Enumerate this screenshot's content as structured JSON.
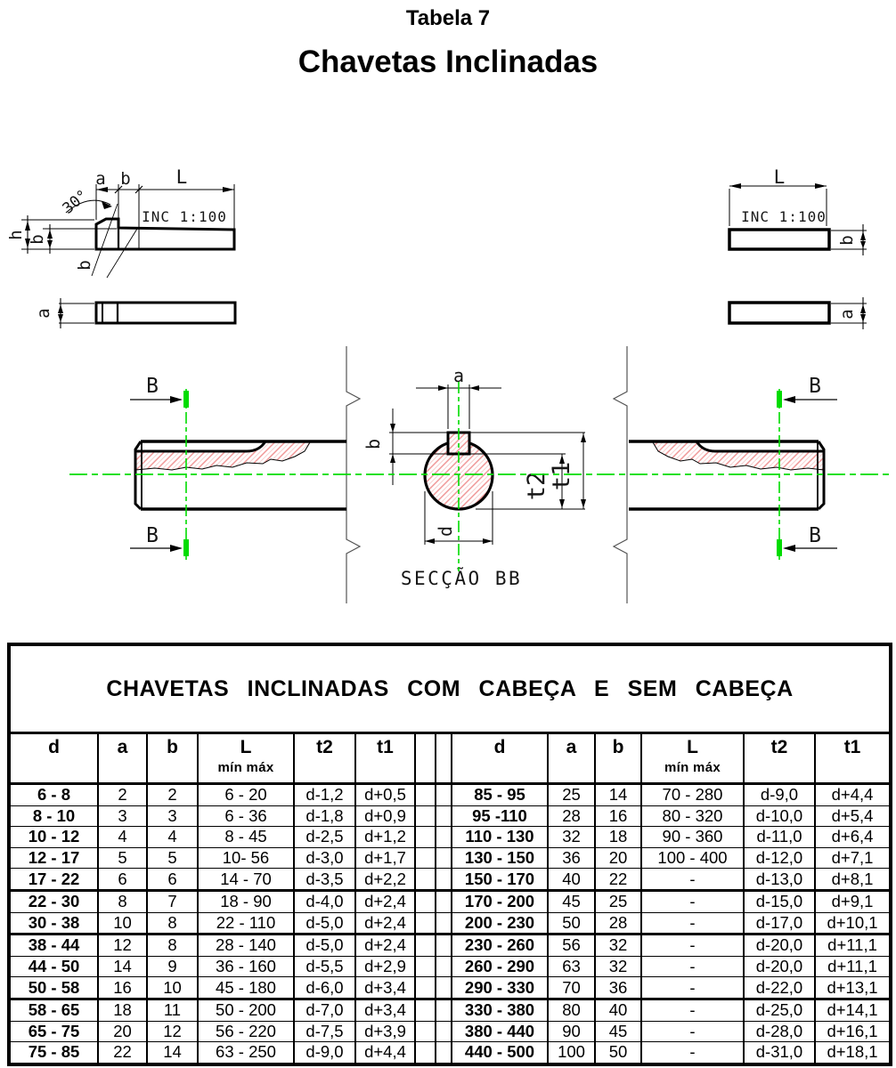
{
  "page": {
    "title_small": "Tabela 7",
    "title_main": "Chavetas Inclinadas"
  },
  "drawing": {
    "label_a": "a",
    "label_b": "b",
    "label_L": "L",
    "label_h": "h",
    "label_d": "d",
    "label_t1": "t1",
    "label_t2": "t2",
    "label_B": "B",
    "angle_30": "30°",
    "inclination": "INC  1:100",
    "section_label": "SECÇÃO  BB",
    "colors": {
      "centerline_green": "#00dc00",
      "hatch_red": "#ef9090",
      "line_black": "#000000"
    }
  },
  "table": {
    "title": "CHAVETAS INCLINADAS COM CABEÇA E SEM CABEÇA",
    "headers": {
      "d": "d",
      "a": "a",
      "b": "b",
      "L": "L",
      "L_sub": "mín máx",
      "t2": "t2",
      "t1": "t1"
    },
    "rows": [
      {
        "left": [
          "6 - 8",
          "2",
          "2",
          "6 - 20",
          "d-1,2",
          "d+0,5"
        ],
        "right": [
          "85 - 95",
          "25",
          "14",
          "70 - 280",
          "d-9,0",
          "d+4,4"
        ]
      },
      {
        "left": [
          "8 - 10",
          "3",
          "3",
          "6 - 36",
          "d-1,8",
          "d+0,9"
        ],
        "right": [
          "95 -110",
          "28",
          "16",
          "80 - 320",
          "d-10,0",
          "d+5,4"
        ]
      },
      {
        "left": [
          "10 - 12",
          "4",
          "4",
          "8 - 45",
          "d-2,5",
          "d+1,2"
        ],
        "right": [
          "110 - 130",
          "32",
          "18",
          "90 - 360",
          "d-11,0",
          "d+6,4"
        ]
      },
      {
        "left": [
          "12 - 17",
          "5",
          "5",
          "10- 56",
          "d-3,0",
          "d+1,7"
        ],
        "right": [
          "130 - 150",
          "36",
          "20",
          "100 - 400",
          "d-12,0",
          "d+7,1"
        ]
      },
      {
        "left": [
          "17 - 22",
          "6",
          "6",
          "14 - 70",
          "d-3,5",
          "d+2,2"
        ],
        "right": [
          "150 - 170",
          "40",
          "22",
          "-",
          "d-13,0",
          "d+8,1"
        ]
      },
      {
        "left": [
          "22 - 30",
          "8",
          "7",
          "18 - 90",
          "d-4,0",
          "d+2,4"
        ],
        "right": [
          "170 - 200",
          "45",
          "25",
          "-",
          "d-15,0",
          "d+9,1"
        ]
      },
      {
        "left": [
          "30 - 38",
          "10",
          "8",
          "22 - 110",
          "d-5,0",
          "d+2,4"
        ],
        "right": [
          "200 - 230",
          "50",
          "28",
          "-",
          "d-17,0",
          "d+10,1"
        ]
      },
      {
        "left": [
          "38 - 44",
          "12",
          "8",
          "28 - 140",
          "d-5,0",
          "d+2,4"
        ],
        "right": [
          "230 - 260",
          "56",
          "32",
          "-",
          "d-20,0",
          "d+11,1"
        ]
      },
      {
        "left": [
          "44 - 50",
          "14",
          "9",
          "36 - 160",
          "d-5,5",
          "d+2,9"
        ],
        "right": [
          "260 - 290",
          "63",
          "32",
          "-",
          "d-20,0",
          "d+11,1"
        ]
      },
      {
        "left": [
          "50 - 58",
          "16",
          "10",
          "45 - 180",
          "d-6,0",
          "d+3,4"
        ],
        "right": [
          "290 - 330",
          "70",
          "36",
          "-",
          "d-22,0",
          "d+13,1"
        ]
      },
      {
        "left": [
          "58 - 65",
          "18",
          "11",
          "50 - 200",
          "d-7,0",
          "d+3,4"
        ],
        "right": [
          "330 - 380",
          "80",
          "40",
          "-",
          "d-25,0",
          "d+14,1"
        ]
      },
      {
        "left": [
          "65 - 75",
          "20",
          "12",
          "56 - 220",
          "d-7,5",
          "d+3,9"
        ],
        "right": [
          "380 - 440",
          "90",
          "45",
          "-",
          "d-28,0",
          "d+16,1"
        ]
      },
      {
        "left": [
          "75 - 85",
          "22",
          "14",
          "63 - 250",
          "d-9,0",
          "d+4,4"
        ],
        "right": [
          "440 - 500",
          "100",
          "50",
          "-",
          "d-31,0",
          "d+18,1"
        ]
      }
    ]
  }
}
